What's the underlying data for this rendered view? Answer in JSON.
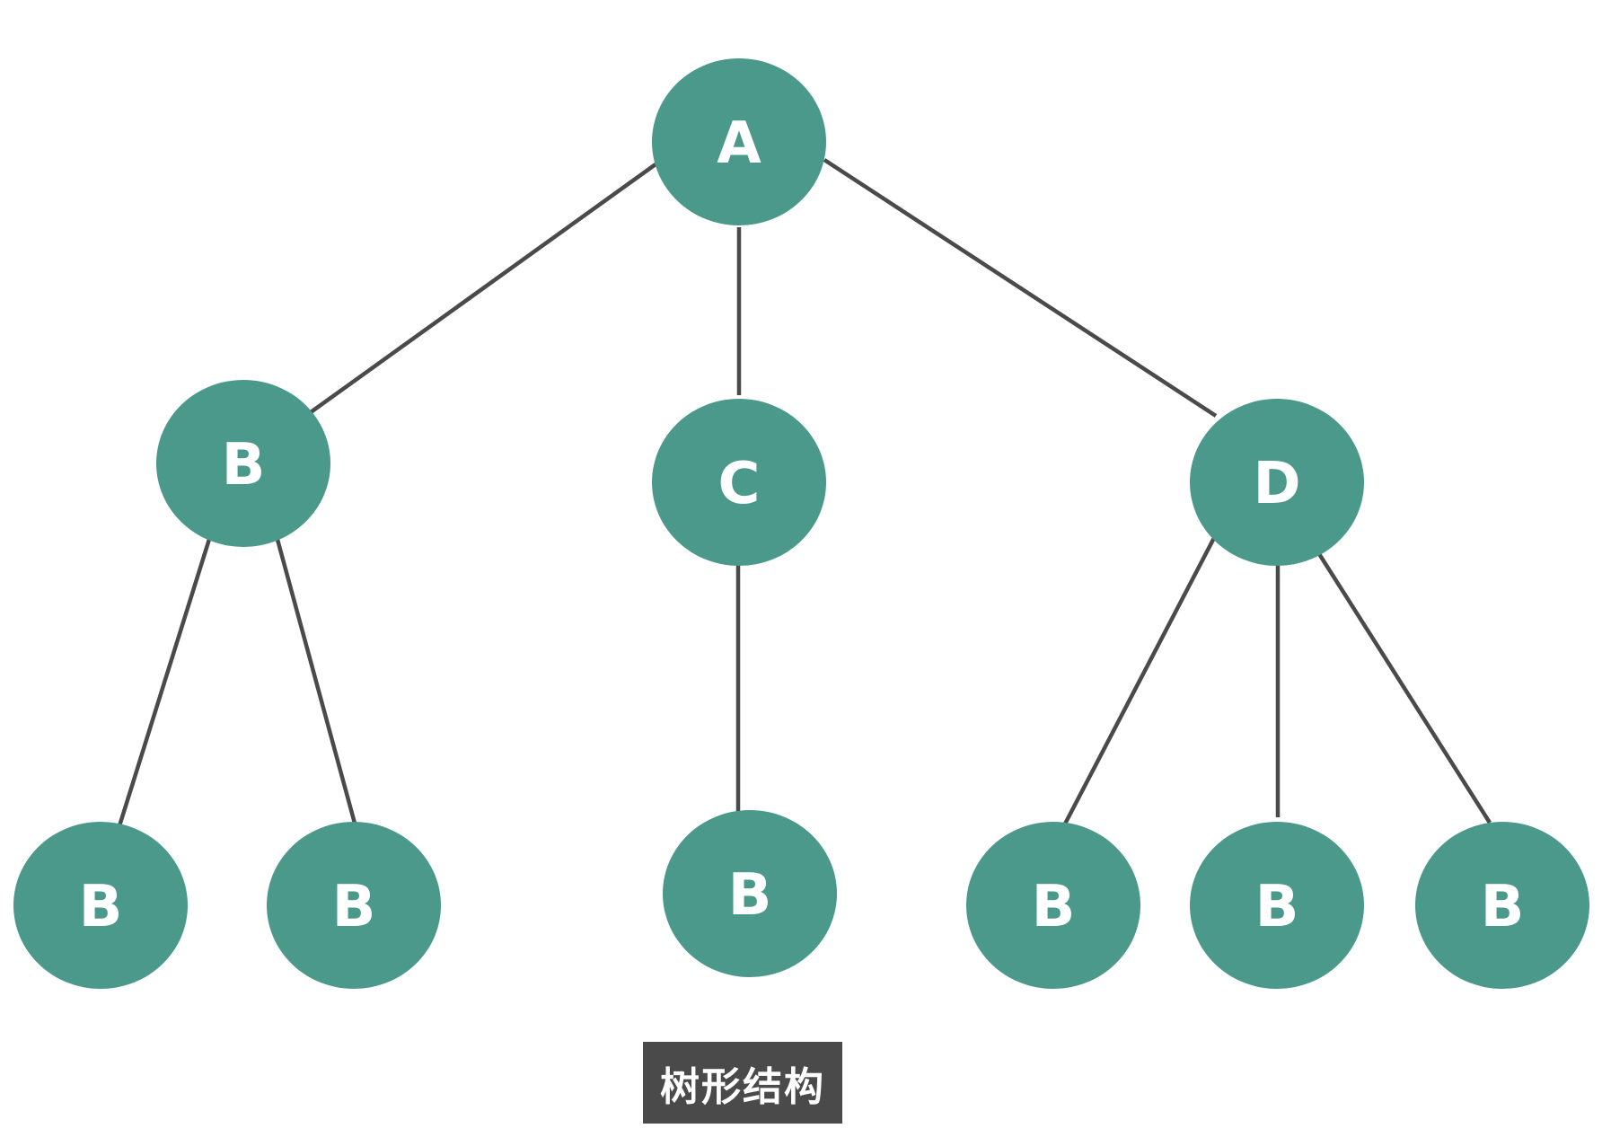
{
  "diagram": {
    "type": "tree",
    "caption": "树形结构",
    "colors": {
      "node_fill": "#4a998a",
      "edge": "#4a4a4a",
      "label": "#ffffff",
      "caption_bg": "#4a4a4a",
      "caption_text": "#ffffff"
    },
    "nodes": [
      {
        "id": "A",
        "label": "A"
      },
      {
        "id": "B1",
        "label": "B"
      },
      {
        "id": "C",
        "label": "C"
      },
      {
        "id": "D",
        "label": "D"
      },
      {
        "id": "B2",
        "label": "B"
      },
      {
        "id": "B3",
        "label": "B"
      },
      {
        "id": "B4",
        "label": "B"
      },
      {
        "id": "B5",
        "label": "B"
      },
      {
        "id": "B6",
        "label": "B"
      },
      {
        "id": "B7",
        "label": "B"
      }
    ],
    "edges": [
      {
        "from": "A",
        "to": "B1"
      },
      {
        "from": "A",
        "to": "C"
      },
      {
        "from": "A",
        "to": "D"
      },
      {
        "from": "B1",
        "to": "B2"
      },
      {
        "from": "B1",
        "to": "B3"
      },
      {
        "from": "C",
        "to": "B4"
      },
      {
        "from": "D",
        "to": "B5"
      },
      {
        "from": "D",
        "to": "B6"
      },
      {
        "from": "D",
        "to": "B7"
      }
    ]
  }
}
